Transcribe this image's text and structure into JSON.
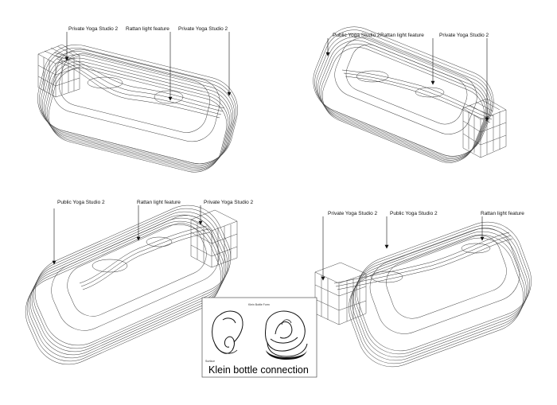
{
  "panels": [
    {
      "labels": {
        "a": "Private Yoga Studio 2",
        "b": "Rattan light feature",
        "c": "Private Yoga Studio 2"
      }
    },
    {
      "labels": {
        "a": "Public Yoga Studio 2",
        "b": "Rattan light feature",
        "c": "Private Yoga Studio 2"
      }
    },
    {
      "labels": {
        "a": "Public Yoga Studio 2",
        "b": "Rattan light feature",
        "c": "Private Yoga Studio 2"
      }
    },
    {
      "labels": {
        "a": "Private Yoga Studio 2",
        "b": "Public Yoga Studio 2",
        "c": "Rattan light feature"
      }
    }
  ],
  "inset": {
    "caption": "Klein bottle connection",
    "small_title": "Klein Bottle Form",
    "small_note": "Surface"
  }
}
